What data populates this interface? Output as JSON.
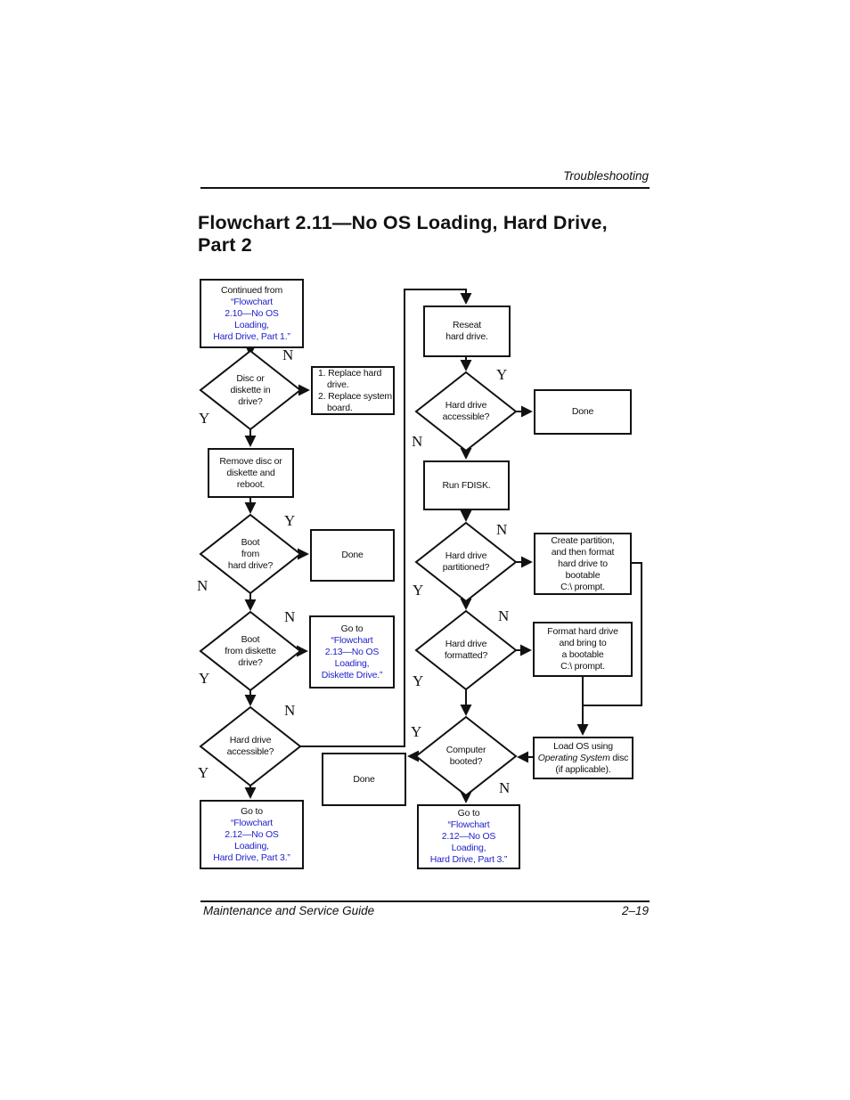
{
  "page": {
    "header_section": "Troubleshooting",
    "title": "Flowchart 2.11—No OS Loading, Hard Drive,\nPart 2",
    "footer_left": "Maintenance and Service Guide",
    "footer_right": "2–19"
  },
  "colors": {
    "link_blue": "#2222cc",
    "ink": "#111111"
  },
  "labels": {
    "yes": "Y",
    "no": "N"
  },
  "flowchart": {
    "continued_box": {
      "prefix": "Continued from",
      "link": "“Flowchart\n2.10—No OS\nLoading,\nHard Drive, Part 1.”"
    },
    "disc_in_drive": "Disc or\ndiskette in\ndrive?",
    "replace_list": {
      "item1": "1. Replace hard drive.",
      "item2": "2. Replace system board."
    },
    "remove_disc": "Remove disc or\ndiskette and\nreboot.",
    "boot_hard_drive": "Boot\nfrom\nhard drive?",
    "done1": "Done",
    "boot_diskette": "Boot\nfrom diskette\ndrive?",
    "goto_213": {
      "prefix": "Go to",
      "link": "“Flowchart\n2.13—No OS\nLoading,\nDiskette Drive.”"
    },
    "hd_accessible_left": "Hard drive\naccessible?",
    "goto_212_left": {
      "prefix": "Go to",
      "link": "“Flowchart\n2.12—No OS\nLoading,\nHard Drive, Part 3.”"
    },
    "done_left": "Done",
    "reseat": "Reseat\nhard drive.",
    "hd_accessible_mid": "Hard drive\naccessible?",
    "done_top_right": "Done",
    "run_fdisk": "Run FDISK.",
    "hd_partitioned": "Hard drive\npartitioned?",
    "create_partition": "Create partition,\nand then format\nhard drive to\nbootable\nC:\\ prompt.",
    "hd_formatted": "Hard drive\nformatted?",
    "format_hd": "Format hard drive\nand bring to\na bootable\nC:\\ prompt.",
    "computer_booted": "Computer\nbooted?",
    "load_os": {
      "line1": "Load OS using",
      "italic": "Operating System",
      "after": " disc",
      "line3": "(if applicable)."
    },
    "goto_212_mid": {
      "prefix": "Go to",
      "link": "“Flowchart\n2.12—No OS\nLoading,\nHard Drive, Part 3.”"
    }
  }
}
